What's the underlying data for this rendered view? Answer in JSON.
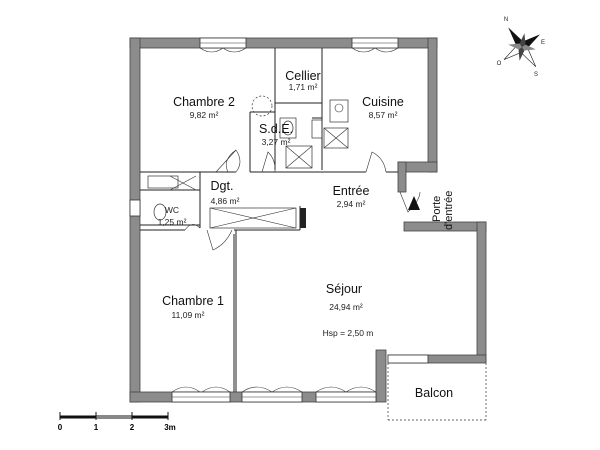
{
  "rooms": {
    "chambre2": {
      "name": "Chambre 2",
      "area": "9,82 m²"
    },
    "cellier": {
      "name": "Cellier",
      "area": "1,71 m²"
    },
    "cuisine": {
      "name": "Cuisine",
      "area": "8,57 m²"
    },
    "sde": {
      "name": "S.d.E.",
      "area": "3,27 m²"
    },
    "dgt": {
      "name": "Dgt.",
      "area": "4,86 m²"
    },
    "entree": {
      "name": "Entrée",
      "area": "2,94 m²"
    },
    "wc": {
      "name": "WC",
      "area": "1,25 m²"
    },
    "chambre1": {
      "name": "Chambre 1",
      "area": "11,09 m²"
    },
    "sejour": {
      "name": "Séjour",
      "area": "24,94 m²",
      "ceiling": "Hsp = 2,50 m"
    },
    "balcon": {
      "name": "Balcon"
    }
  },
  "entrance": {
    "line1": "Porte",
    "line2": "d'entrée"
  },
  "scale": {
    "ticks": [
      "0",
      "1",
      "2",
      "3m"
    ]
  },
  "compass": {
    "n": "N",
    "e": "E",
    "s": "S",
    "o": "O"
  }
}
